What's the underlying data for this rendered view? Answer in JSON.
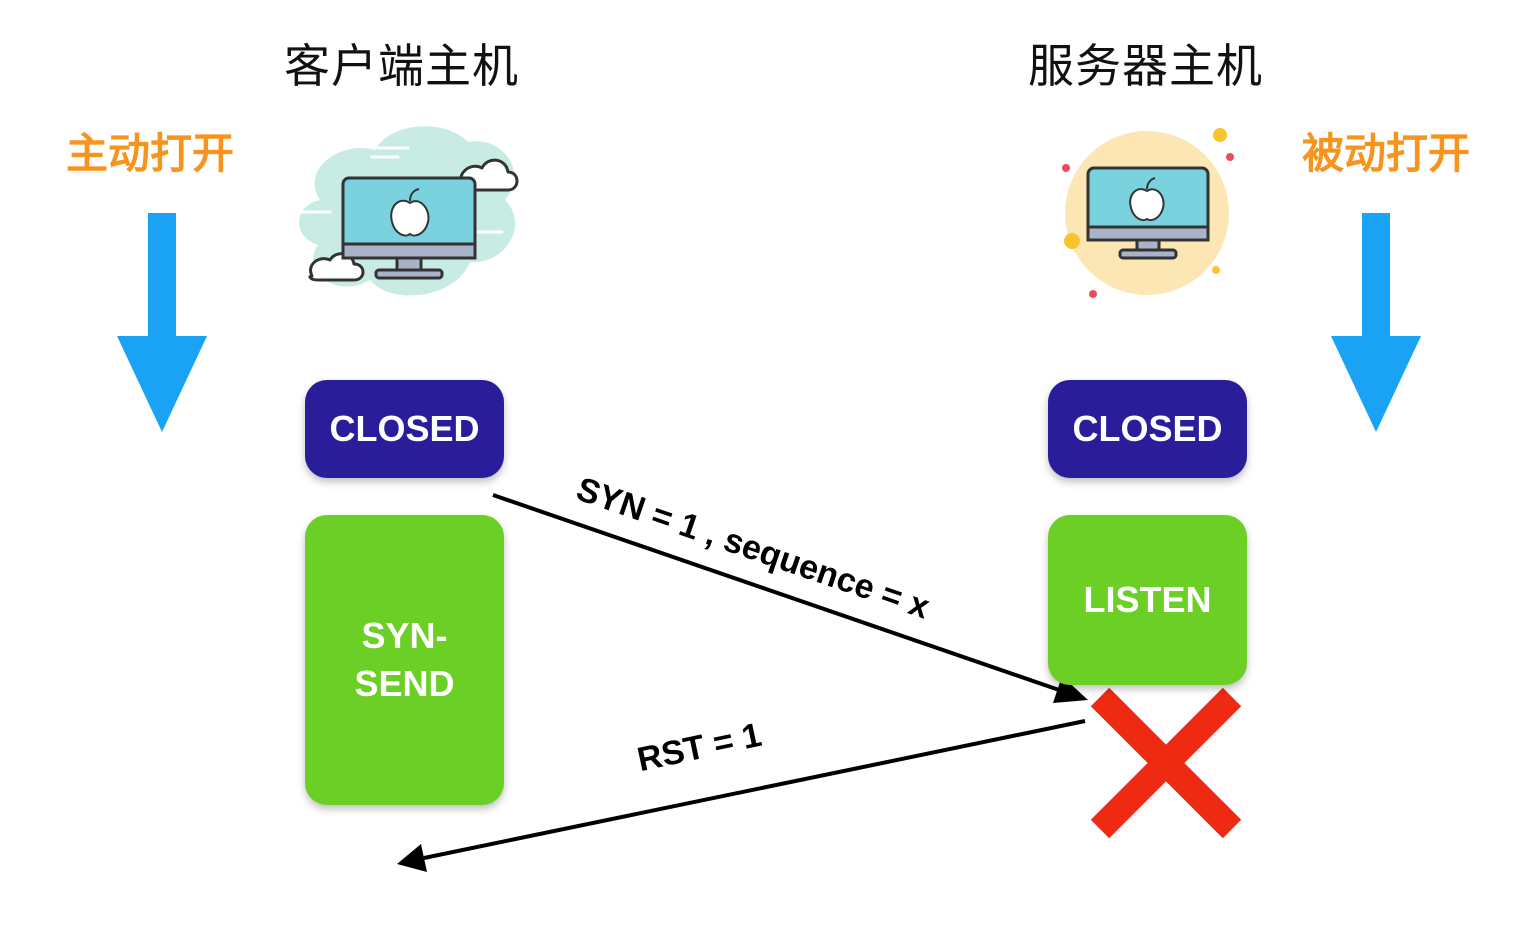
{
  "client": {
    "title": "客户端主机",
    "open_mode": "主动打开",
    "state_closed": "CLOSED",
    "state_syn_send": "SYN-\nSEND",
    "icon": "apple-monitor-cloud-icon"
  },
  "server": {
    "title": "服务器主机",
    "open_mode": "被动打开",
    "state_closed": "CLOSED",
    "state_listen": "LISTEN",
    "icon": "apple-monitor-sun-icon"
  },
  "messages": {
    "syn": "SYN = 1 , sequence = x",
    "rst": "RST = 1"
  },
  "colors": {
    "closed": "#2a1d99",
    "active": "#6ccf26",
    "open_label": "#f7941d",
    "down_arrow": "#1aa3f5",
    "reject_x": "#ee2a12"
  }
}
